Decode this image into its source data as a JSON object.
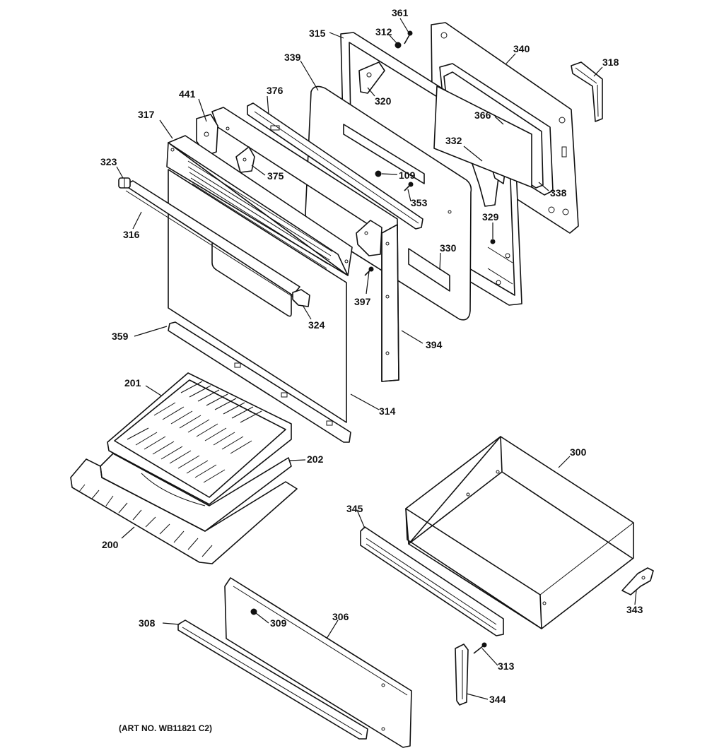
{
  "labels": {
    "p361": "361",
    "p312": "312",
    "p315": "315",
    "p340": "340",
    "p318": "318",
    "p339": "339",
    "p320": "320",
    "p441": "441",
    "p376": "376",
    "p317": "317",
    "p366": "366",
    "p332": "332",
    "p323": "323",
    "p375": "375",
    "p109": "109",
    "p353": "353",
    "p338": "338",
    "p316": "316",
    "p329": "329",
    "p330": "330",
    "p397": "397",
    "p324": "324",
    "p359": "359",
    "p394": "394",
    "p201": "201",
    "p314": "314",
    "p300": "300",
    "p202": "202",
    "p345": "345",
    "p200": "200",
    "p343": "343",
    "p306": "306",
    "p308": "308",
    "p309": "309",
    "p313": "313",
    "p344": "344"
  },
  "art_no": "(ART NO. WB11821 C2)"
}
